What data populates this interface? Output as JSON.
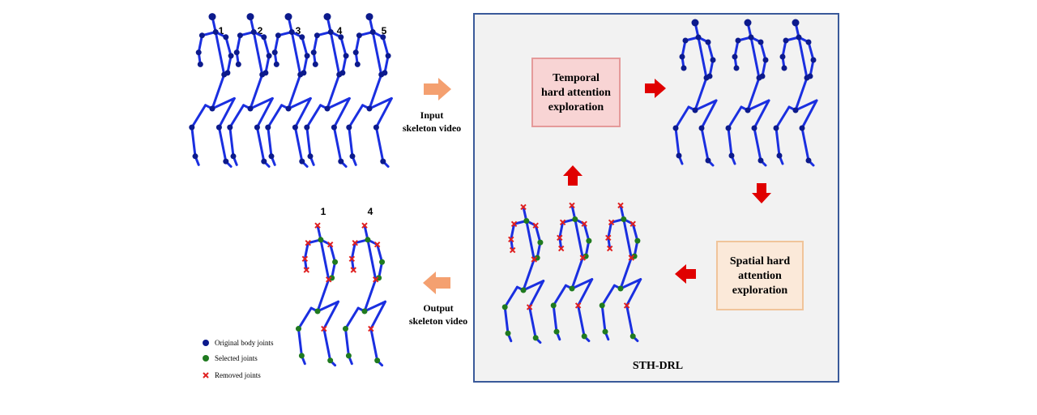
{
  "input": {
    "frame_numbers": [
      "1",
      "2",
      "3",
      "4",
      "5"
    ],
    "label_line1": "Input",
    "label_line2": "skeleton video"
  },
  "output": {
    "frame_numbers": [
      "1",
      "4"
    ],
    "label_line1": "Output",
    "label_line2": "skeleton video"
  },
  "sth_drl": {
    "label": "STH-DRL",
    "temporal_box": {
      "line1": "Temporal",
      "line2": "hard attention",
      "line3": "exploration"
    },
    "spatial_box": {
      "line1": "Spatial hard",
      "line2": "attention",
      "line3": "exploration"
    }
  },
  "legend": {
    "original": "Original body joints",
    "selected": "Selected joints",
    "removed": "Removed joints"
  },
  "colors": {
    "bone": "#1a2fe0",
    "original_joint": "#0c1a8c",
    "selected_joint": "#1f7a1f",
    "removed_joint": "#e02020",
    "panel_border": "#3a5a9a",
    "panel_fill": "#f2f2f2",
    "temporal_box_fill": "#f8d4d4",
    "temporal_box_border": "#e59a9a",
    "spatial_box_fill": "#fbe9d9",
    "spatial_box_border": "#f0c49a",
    "big_arrow": "#f4a070",
    "red_arrow": "#e00000"
  },
  "icons": [
    "arrow-right-icon",
    "arrow-left-icon",
    "arrow-up-icon",
    "arrow-down-icon"
  ]
}
